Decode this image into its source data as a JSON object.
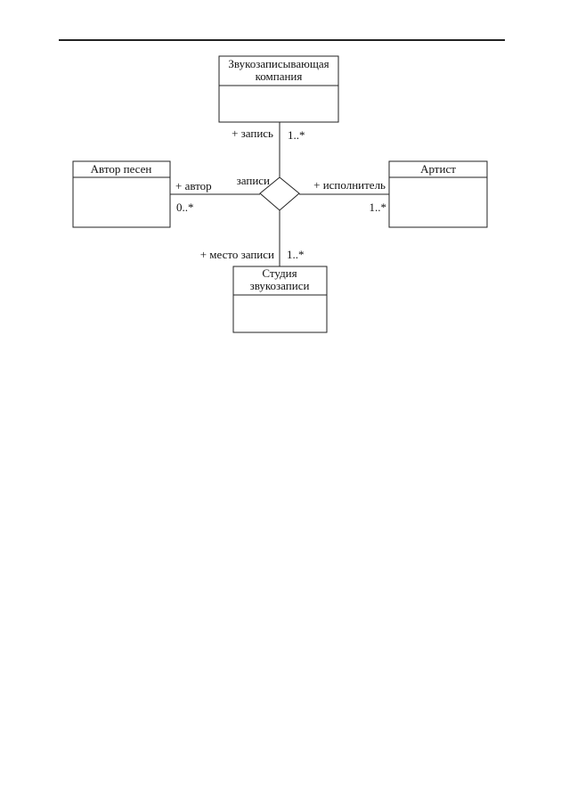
{
  "classes": {
    "company": {
      "line1": "Звукозаписывающая",
      "line2": "компания"
    },
    "author": {
      "title": "Автор песен"
    },
    "artist": {
      "title": "Артист"
    },
    "studio": {
      "line1": "Студия",
      "line2": "звукозаписи"
    }
  },
  "association": {
    "name": "записи",
    "roles": {
      "company": {
        "role": "+ запись",
        "multiplicity": "1..*"
      },
      "author": {
        "role": "+ автор",
        "multiplicity": "0..*"
      },
      "artist": {
        "role": "+ исполнитель",
        "multiplicity": "1..*"
      },
      "studio": {
        "role": "+ место записи",
        "multiplicity": "1..*"
      }
    }
  },
  "colors": {
    "line": "#222222",
    "background": "#ffffff"
  }
}
